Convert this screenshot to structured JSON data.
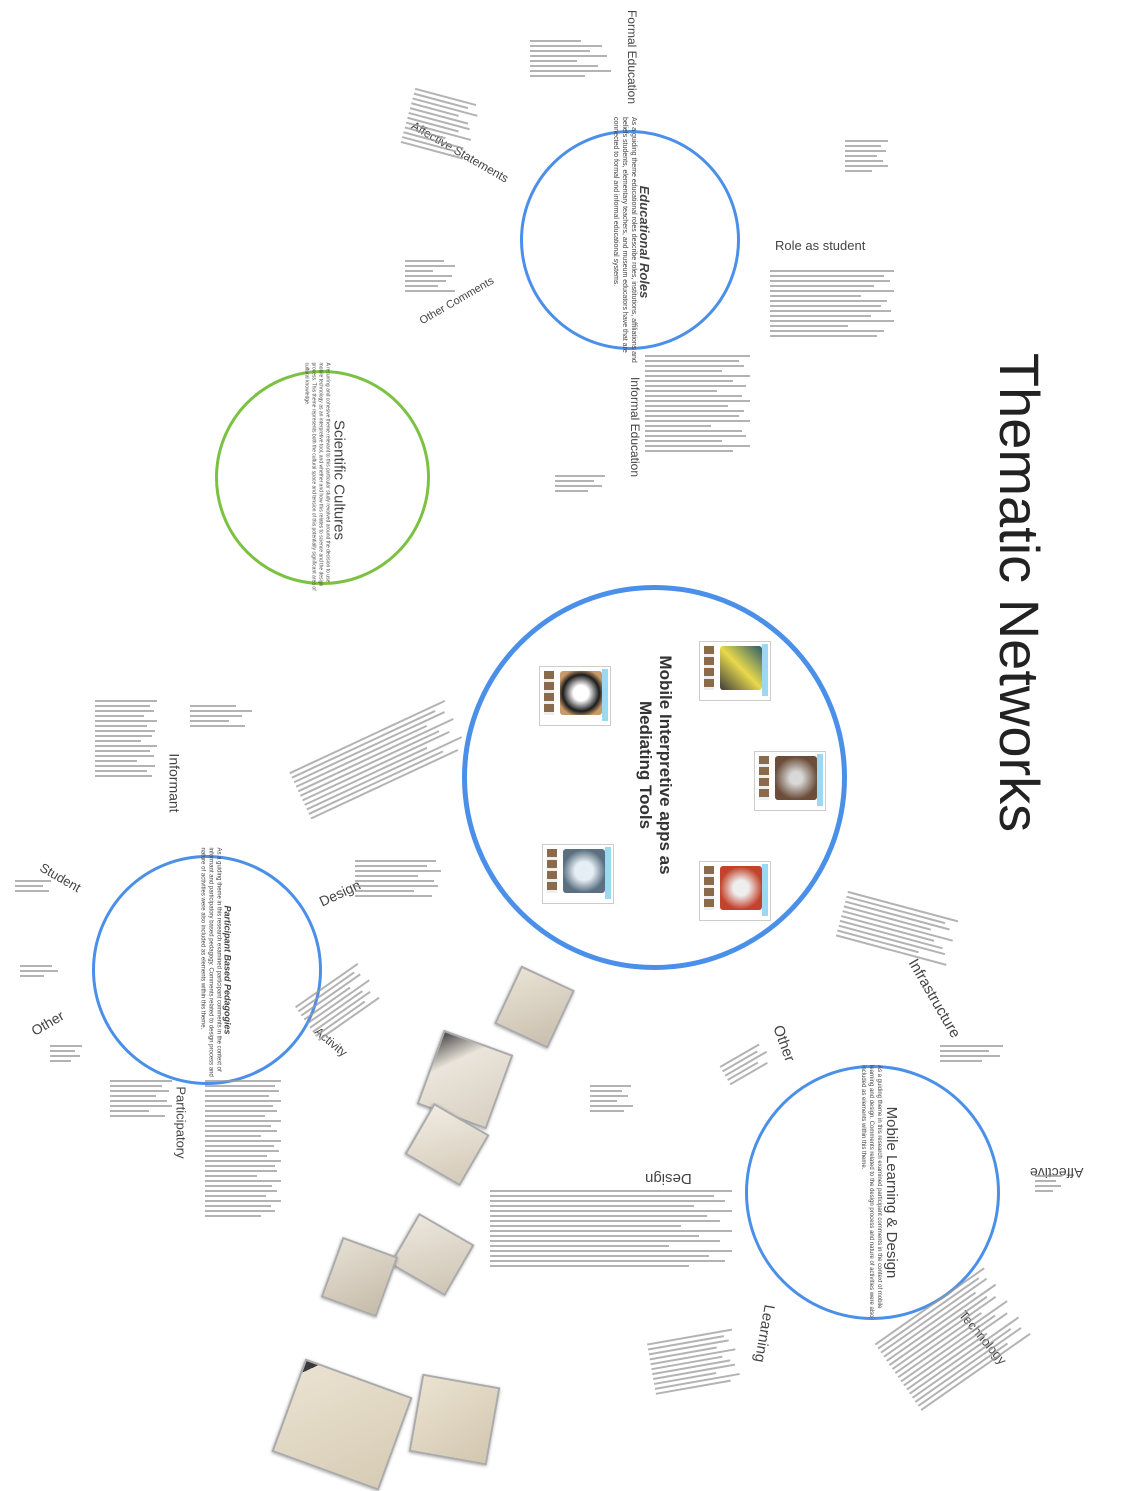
{
  "title": "Thematic Networks",
  "themes": {
    "educational_roles": {
      "heading": "Educational Roles",
      "body": "As a guiding theme educational roles describe roles, institutions, affiliations and beliefs students, elementary teachers, and museum educators have that are connected to formal and informal educational systems."
    },
    "scientific_cultures": {
      "heading": "Scientific Cultures",
      "body": "A recurring and cohesive theme relevant to this particular study revolved around the decision to use mobile technology as an interpretive tool, and whether and how this relates to science and the design process. This theme represents both the cultural space and tension of this potentially significant area of cultural knowledge."
    },
    "mobile_interpretive": {
      "heading": "Mobile Interpretive  apps as Mediating Tools"
    },
    "participant_pedagogies": {
      "heading": "Participant Based Pedagogies",
      "body": "As a guiding theme in this research examined participant comments in the context of informant and participatory based pedagogy. Comments related to design process and nature of activities were also included as elements within this theme."
    },
    "mobile_learning": {
      "heading": "Mobile Learning & Design",
      "body": "As a guiding theme in this research examined participant comments in the context of mobile learning and design. Comments related to the design process and nature of activities were also included as elements within this theme."
    }
  },
  "labels": {
    "formal_education": "Formal Education",
    "affective_statements": "Affective Statements",
    "other_comments": "Other Comments",
    "role_as_student": "Role as student",
    "informal_education": "Informal Education",
    "informant": "Informant",
    "student": "Student",
    "design_left": "Design",
    "other_left": "Other",
    "activity": "Activity",
    "participatory": "Participatory",
    "design_lower": "Design",
    "infrastructure": "Infrastructure",
    "other_right": "Other",
    "affective": "Affective",
    "technology": "Technology",
    "learning": "Learning"
  },
  "colors": {
    "blue_ring": "#4a8fe8",
    "green_ring": "#7cc242"
  }
}
